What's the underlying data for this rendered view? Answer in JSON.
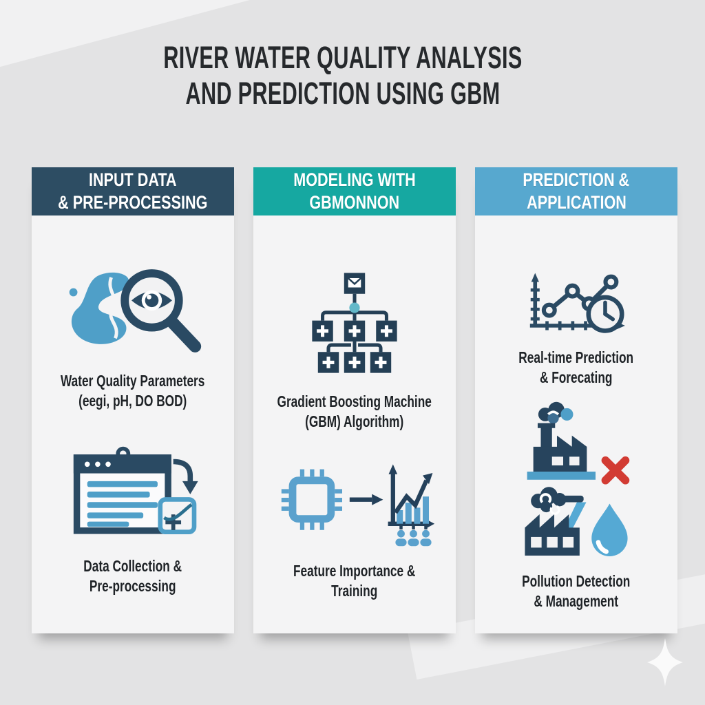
{
  "title": {
    "line1": "RIVER WATER QUALITY ANALYSIS",
    "line2": "AND PREDICTION USING GBM"
  },
  "columns": [
    {
      "header": {
        "line1": "INPUT DATA",
        "line2": "& PRE-PROCESSING"
      },
      "items": [
        {
          "icon": "water-quality-magnifier-icon",
          "caption": {
            "line1": "Water Quality Parameters",
            "line2": "(eegi, pH, DO BOD)"
          }
        },
        {
          "icon": "data-collection-document-icon",
          "caption": {
            "line1": "Data Collection &",
            "line2": "Pre-processing"
          }
        }
      ]
    },
    {
      "header": {
        "line1": "MODELING WITH",
        "line2": "GBMONNON"
      },
      "items": [
        {
          "icon": "decision-tree-icon",
          "caption": {
            "line1": "Gradient Boosting Machine",
            "line2": "(GBM) Algorithm)"
          }
        },
        {
          "icon": "chip-to-chart-icon",
          "caption": {
            "line1": "Feature Importance &",
            "line2": "Training"
          }
        }
      ]
    },
    {
      "header": {
        "line1": "PREDICTION &",
        "line2": "APPLICATION"
      },
      "items": [
        {
          "icon": "realtime-chart-clock-icon",
          "caption": {
            "line1": "Real-time Prediction",
            "line2": "& Forecating"
          }
        },
        {
          "icon": "factory-pollution-x-icon"
        },
        {
          "icon": "factory-water-drop-icon",
          "caption": {
            "line1": "Pollution Detection",
            "line2": "& Management"
          }
        }
      ]
    }
  ],
  "colors": {
    "background": "#e3e3e4",
    "card": "#f4f4f5",
    "header_col1": "#2d4d63",
    "header_col2": "#16a8a1",
    "header_col3": "#57a8cf",
    "icon_navy": "#2a4a63",
    "icon_blue": "#4f9fc8",
    "icon_light_blue": "#55a9d4",
    "accent_red": "#d23b33",
    "title_text": "#26292c",
    "sparkle": "#fafafa"
  }
}
